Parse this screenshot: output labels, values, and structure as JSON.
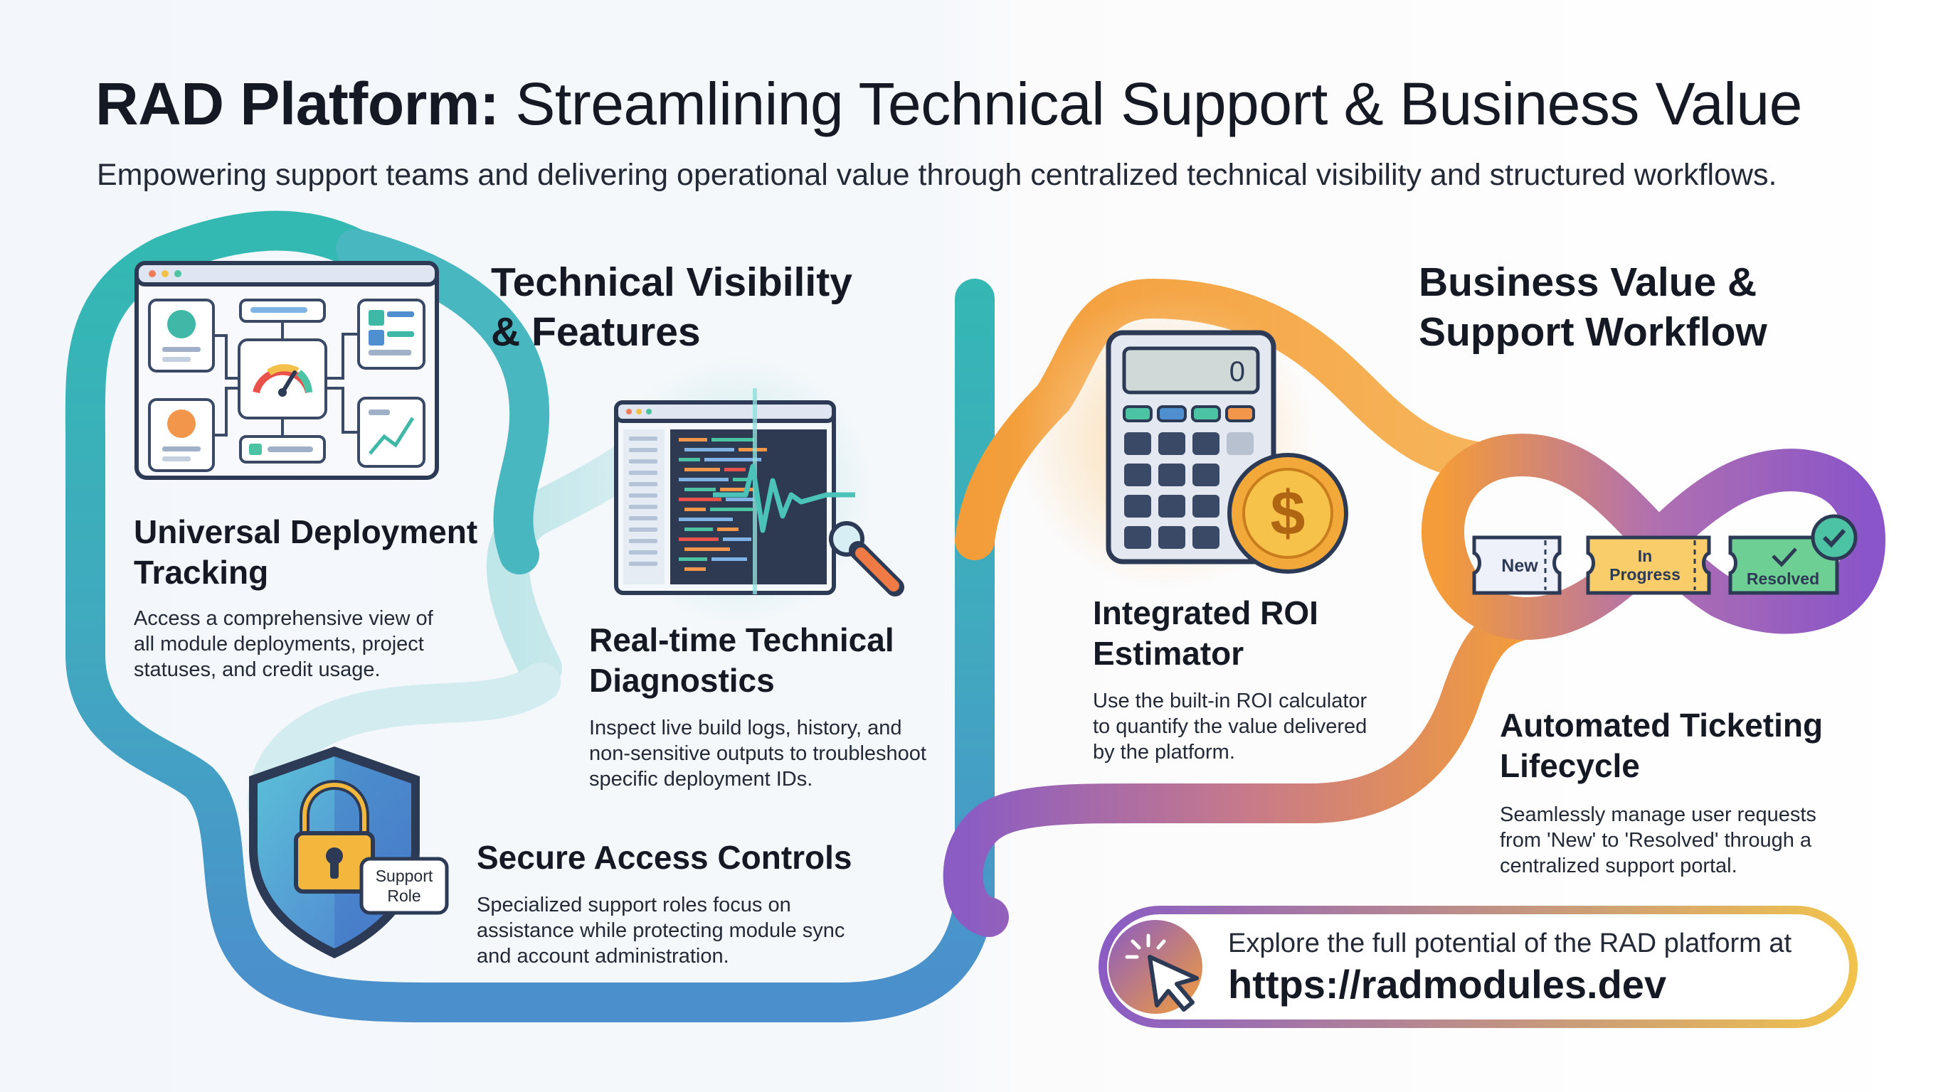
{
  "header": {
    "title_bold": "RAD Platform:",
    "title_rest": "Streamlining Technical Support & Business Value",
    "subtitle": "Empowering support teams and delivering operational value through centralized technical visibility and structured workflows."
  },
  "left_section": {
    "heading_line1": "Technical Visibility",
    "heading_line2": "& Features",
    "features": [
      {
        "title_line1": "Universal Deployment",
        "title_line2": "Tracking",
        "desc_lines": [
          "Access a comprehensive view of",
          "all module deployments, project",
          "statuses, and credit usage."
        ]
      },
      {
        "title_line1": "Real-time Technical",
        "title_line2": "Diagnostics",
        "desc_lines": [
          "Inspect live build logs, history, and",
          "non-sensitive outputs to troubleshoot",
          "specific deployment IDs."
        ]
      },
      {
        "title_line1": "Secure Access Controls",
        "desc_lines": [
          "Specialized support roles focus on",
          "assistance while protecting module sync",
          "and account administration."
        ]
      }
    ],
    "badge_line1": "Support",
    "badge_line2": "Role"
  },
  "right_section": {
    "heading_line1": "Business Value &",
    "heading_line2": "Support Workflow",
    "features": [
      {
        "title_line1": "Integrated ROI",
        "title_line2": "Estimator",
        "desc_lines": [
          "Use the built-in ROI calculator",
          "to quantify the value delivered",
          "by the platform."
        ]
      },
      {
        "title_line1": "Automated Ticketing",
        "title_line2": "Lifecycle",
        "desc_lines": [
          "Seamlessly manage user requests",
          "from 'New' to 'Resolved' through a",
          "centralized support portal."
        ]
      }
    ],
    "calculator_display": "0",
    "ticket_states": [
      "New",
      "In",
      "Progress",
      "Resolved"
    ]
  },
  "footer": {
    "text": "Explore the full potential of the RAD platform at",
    "url": "https://radmodules.dev"
  },
  "colors": {
    "teal": "#2bb0b3",
    "blue": "#4f8fd0",
    "orange": "#f5a23c",
    "purple": "#8a5cc4",
    "ink": "#141923"
  },
  "icons": [
    "dashboard-icon",
    "gauge-icon",
    "log-monitor-icon",
    "magnifier-icon",
    "shield-lock-icon",
    "calculator-icon",
    "dollar-coin-icon",
    "ticket-icon",
    "check-badge-icon",
    "cursor-click-icon"
  ]
}
